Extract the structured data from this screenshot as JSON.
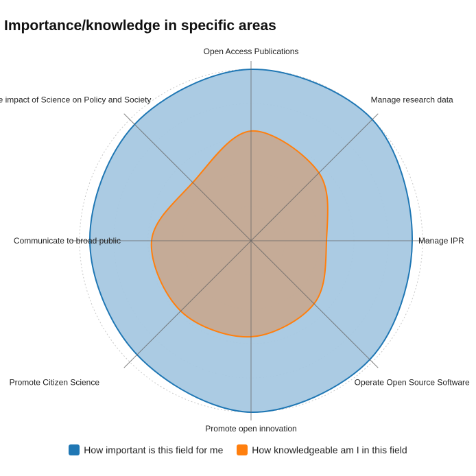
{
  "chart_data": {
    "type": "radar",
    "title": "Importance/knowledge in specific areas",
    "categories": [
      "Open Access Publications",
      "Manage research data",
      "Manage IPR",
      "Operate Open Source Software",
      "Promote open innovation",
      "Promote Citizen Science",
      "Communicate to broad public",
      "Increase the impact of Science on Policy and Society"
    ],
    "rlim": [
      0,
      5
    ],
    "grid": true,
    "legend_position": "bottom",
    "series": [
      {
        "name": "How important is this field for me",
        "color": "#1f77b4",
        "fill": "#a6c8e1",
        "values": [
          5.0,
          5.0,
          4.7,
          4.9,
          5.0,
          4.7,
          4.7,
          4.8
        ]
      },
      {
        "name": "How knowledgeable am I in this field",
        "color": "#ff7f0e",
        "fill": "#c9a68a",
        "values": [
          3.2,
          2.8,
          2.2,
          2.6,
          2.8,
          2.9,
          2.9,
          2.4
        ]
      }
    ]
  }
}
